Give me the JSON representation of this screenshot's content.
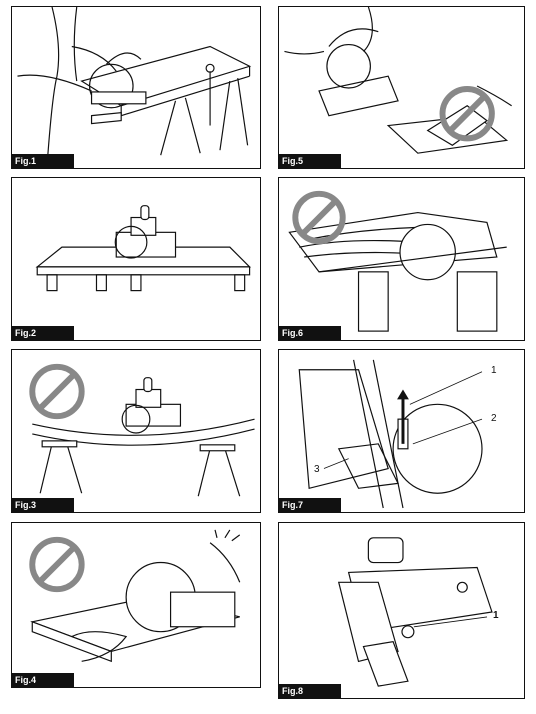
{
  "figures": [
    {
      "label": "Fig.1"
    },
    {
      "label": "Fig.2"
    },
    {
      "label": "Fig.3"
    },
    {
      "label": "Fig.4"
    },
    {
      "label": "Fig.5"
    },
    {
      "label": "Fig.6"
    },
    {
      "label": "Fig.7",
      "callouts": [
        "1",
        "2",
        "3"
      ]
    },
    {
      "label": "Fig.8",
      "callouts": [
        "1"
      ]
    }
  ],
  "icons": {
    "prohibition": "prohibition-icon",
    "arrow": "up-arrow-icon"
  }
}
